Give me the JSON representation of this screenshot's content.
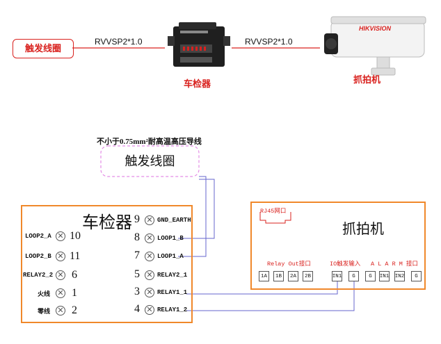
{
  "top": {
    "trigger_label": "触发线圈",
    "cable_left": "RVVSP2*1.0",
    "cable_right": "RVVSP2*1.0",
    "detector_label": "车检器",
    "camera_label": "抓拍机",
    "camera_brand": "HIKVISION"
  },
  "wire_note": "不小于0.75mm²耐高温高压导线",
  "coil_label": "触发线圈",
  "detector": {
    "title": "车检器",
    "left_terminals": [
      {
        "label": "LOOP2_A",
        "num": "10"
      },
      {
        "label": "LOOP2_B",
        "num": "11"
      },
      {
        "label": "RELAY2_2",
        "num": "6"
      },
      {
        "label": "火线",
        "num": "1"
      },
      {
        "label": "零线",
        "num": "2"
      }
    ],
    "right_terminals": [
      {
        "num": "9",
        "label": "GND_EARTH"
      },
      {
        "num": "8",
        "label": "LOOP1_B"
      },
      {
        "num": "7",
        "label": "LOOP1_A"
      },
      {
        "num": "5",
        "label": "RELAY2_1"
      },
      {
        "num": "3",
        "label": "RELAY1_1"
      },
      {
        "num": "4",
        "label": "RELAY1_2"
      }
    ]
  },
  "camera": {
    "title": "抓拍机",
    "rj45_label": "RJ45网口",
    "relay_group": "Relay Out接口",
    "io_group": "IO触发输入",
    "alarm_group": "A L A R M 接口",
    "relay_ports": [
      "1A",
      "1B",
      "2A",
      "2B"
    ],
    "io_ports": [
      "IN1",
      "G"
    ],
    "alarm_ports": [
      "G",
      "IN1",
      "IN2",
      "G"
    ]
  },
  "colors": {
    "accent_red": "#d9211e",
    "box_orange": "#f0882a",
    "wire_blue": "#6666cc",
    "coil_pink": "#e48ce6"
  }
}
